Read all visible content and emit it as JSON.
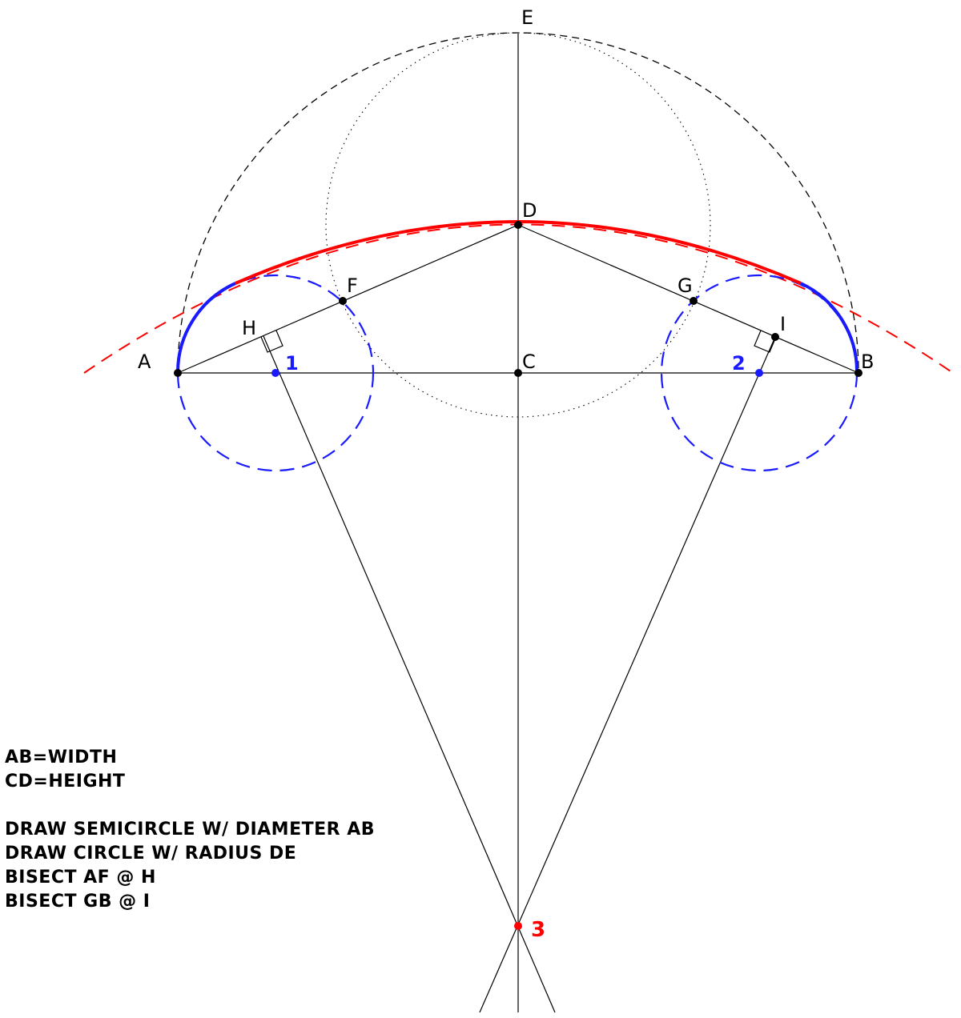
{
  "colors": {
    "line": "#000000",
    "blue": "#1a1aff",
    "red": "#ff0000"
  },
  "labels": {
    "A": "A",
    "B": "B",
    "C": "C",
    "D": "D",
    "E": "E",
    "F": "F",
    "G": "G",
    "H": "H",
    "I": "I",
    "c1": "1",
    "c2": "2",
    "c3": "3"
  },
  "notes": {
    "line1": "AB=WIDTH",
    "line2": "CD=HEIGHT",
    "line3": "DRAW SEMICIRCLE W/ DIAMETER AB",
    "line4": "DRAW CIRCLE W/ RADIUS DE",
    "line5": "BISECT AF @ H",
    "line6": "BISECT GB @ I"
  }
}
